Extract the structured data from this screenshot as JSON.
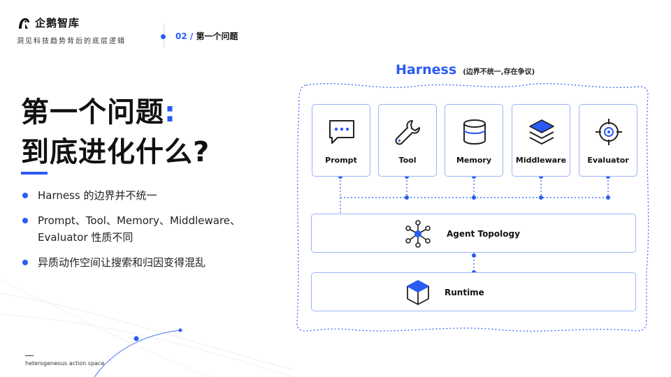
{
  "brand": {
    "name": "企鹅智库",
    "slogan": "洞见科技趋势背后的底层逻辑"
  },
  "section": {
    "number": "02",
    "separator": "/",
    "title": "第一个问题"
  },
  "headline": {
    "line1": "第一个问题",
    "colon": ":",
    "line2": "到底进化什么?"
  },
  "bullets": [
    {
      "line1": "Harness 的边界并不统一"
    },
    {
      "line1": "Prompt、Tool、Memory、Middleware、",
      "line2": "Evaluator 性质不同"
    },
    {
      "line1": "异质动作空间让搜索和归因变得混乱"
    }
  ],
  "footer": {
    "caption": "heterogeneous action space"
  },
  "diagram": {
    "title": "Harness",
    "subtitle": "(边界不统一,存在争议)",
    "modules": [
      {
        "label": "Prompt",
        "icon": "chat-bubble-icon"
      },
      {
        "label": "Tool",
        "icon": "wrench-icon"
      },
      {
        "label": "Memory",
        "icon": "database-icon"
      },
      {
        "label": "Middleware",
        "icon": "layers-icon"
      },
      {
        "label": "Evaluator",
        "icon": "target-icon"
      }
    ],
    "topology": {
      "label": "Agent Topology",
      "icon": "network-icon"
    },
    "runtime": {
      "label": "Runtime",
      "icon": "cube-icon"
    }
  },
  "colors": {
    "accent": "#2a5bf5",
    "border": "#9db4f5",
    "text": "#111111"
  }
}
